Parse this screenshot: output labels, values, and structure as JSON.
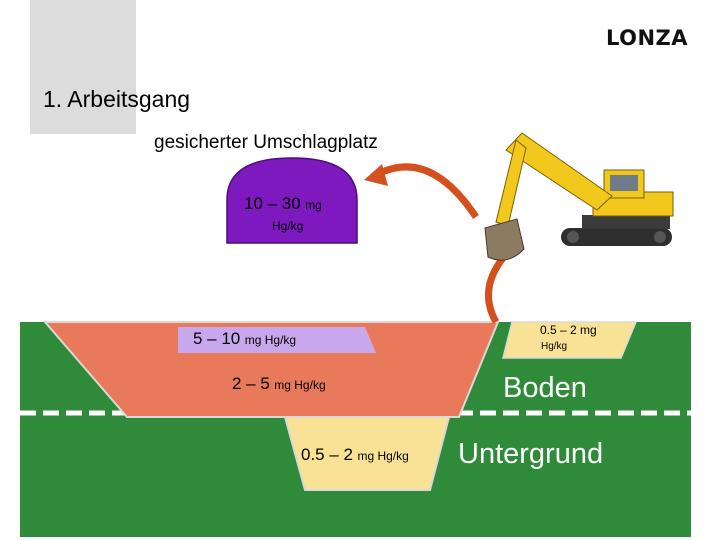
{
  "logo_text": "LONZA",
  "title": "1. Arbeitsgang",
  "subtitle": "gesicherter Umschlagplatz",
  "pile": {
    "value": "10 – 30",
    "unit_a": "mg",
    "unit_b": "Hg/kg"
  },
  "layers": {
    "top": {
      "value": "5 – 10",
      "unit": "mg Hg/kg"
    },
    "middle": {
      "value": "2 – 5",
      "unit": "mg Hg/kg"
    },
    "bottom": {
      "value": "0.5 – 2",
      "unit": "mg Hg/kg"
    },
    "side": {
      "value": "0.5 – 2",
      "unit_a": "mg",
      "unit_b": "Hg/kg"
    }
  },
  "labels": {
    "soil": "Boden",
    "subsoil": "Untergrund"
  },
  "colors": {
    "ground": "#2f8a3a",
    "orange_layer": "#e8795a",
    "purple_layer": "#c9a7ec",
    "yellow_layer": "#f9e196",
    "pile": "#7d19bf",
    "arrow": "#d4501e",
    "excavator": "#f2c81d"
  }
}
